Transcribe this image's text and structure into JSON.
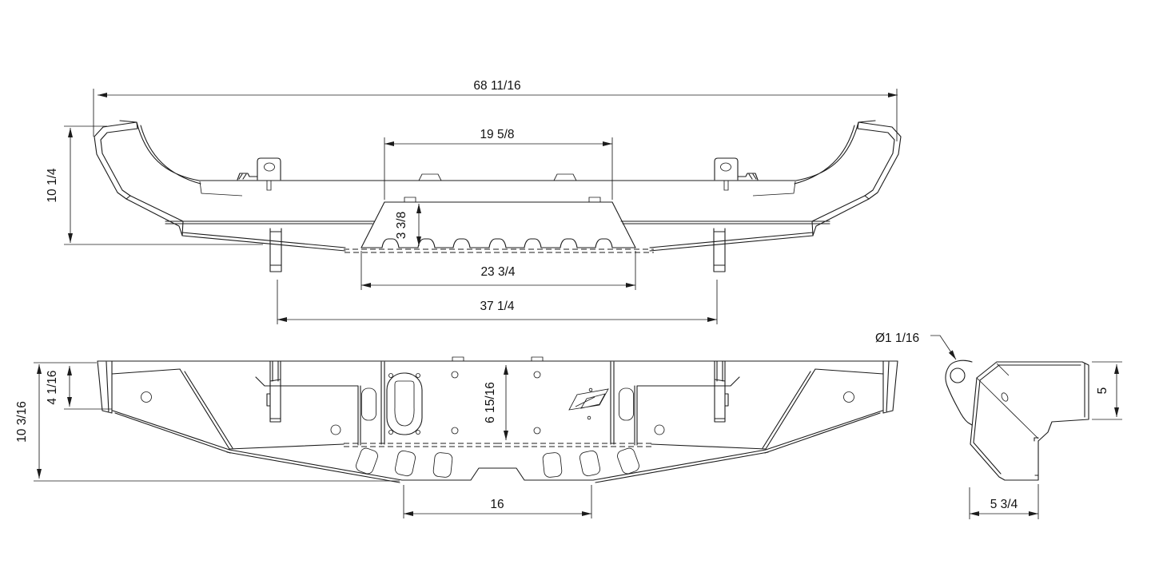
{
  "drawing": {
    "type": "engineering-orthographic-drawing",
    "subject": "rear bumper",
    "colors": {
      "background": "#ffffff",
      "line": "#1c1c1c",
      "text": "#111111"
    },
    "views": {
      "top": {
        "name": "top-view",
        "dims": {
          "overall_width": "68 11/16",
          "step_top_width": "19 5/8",
          "overall_depth": "10 1/4",
          "step_depth": "3 3/8",
          "step_base_width": "23 3/4",
          "bracket_span": "37 1/4"
        }
      },
      "front": {
        "name": "front-view",
        "dims": {
          "overall_height": "10 3/16",
          "end_height": "4 1/16",
          "center_panel_height": "6 15/16",
          "cutout_width": "16"
        }
      },
      "side": {
        "name": "side-end-view",
        "dims": {
          "shackle_hole_diameter": "Ø1 1/16",
          "cap_height": "5",
          "base_width": "5 3/4"
        }
      }
    }
  }
}
